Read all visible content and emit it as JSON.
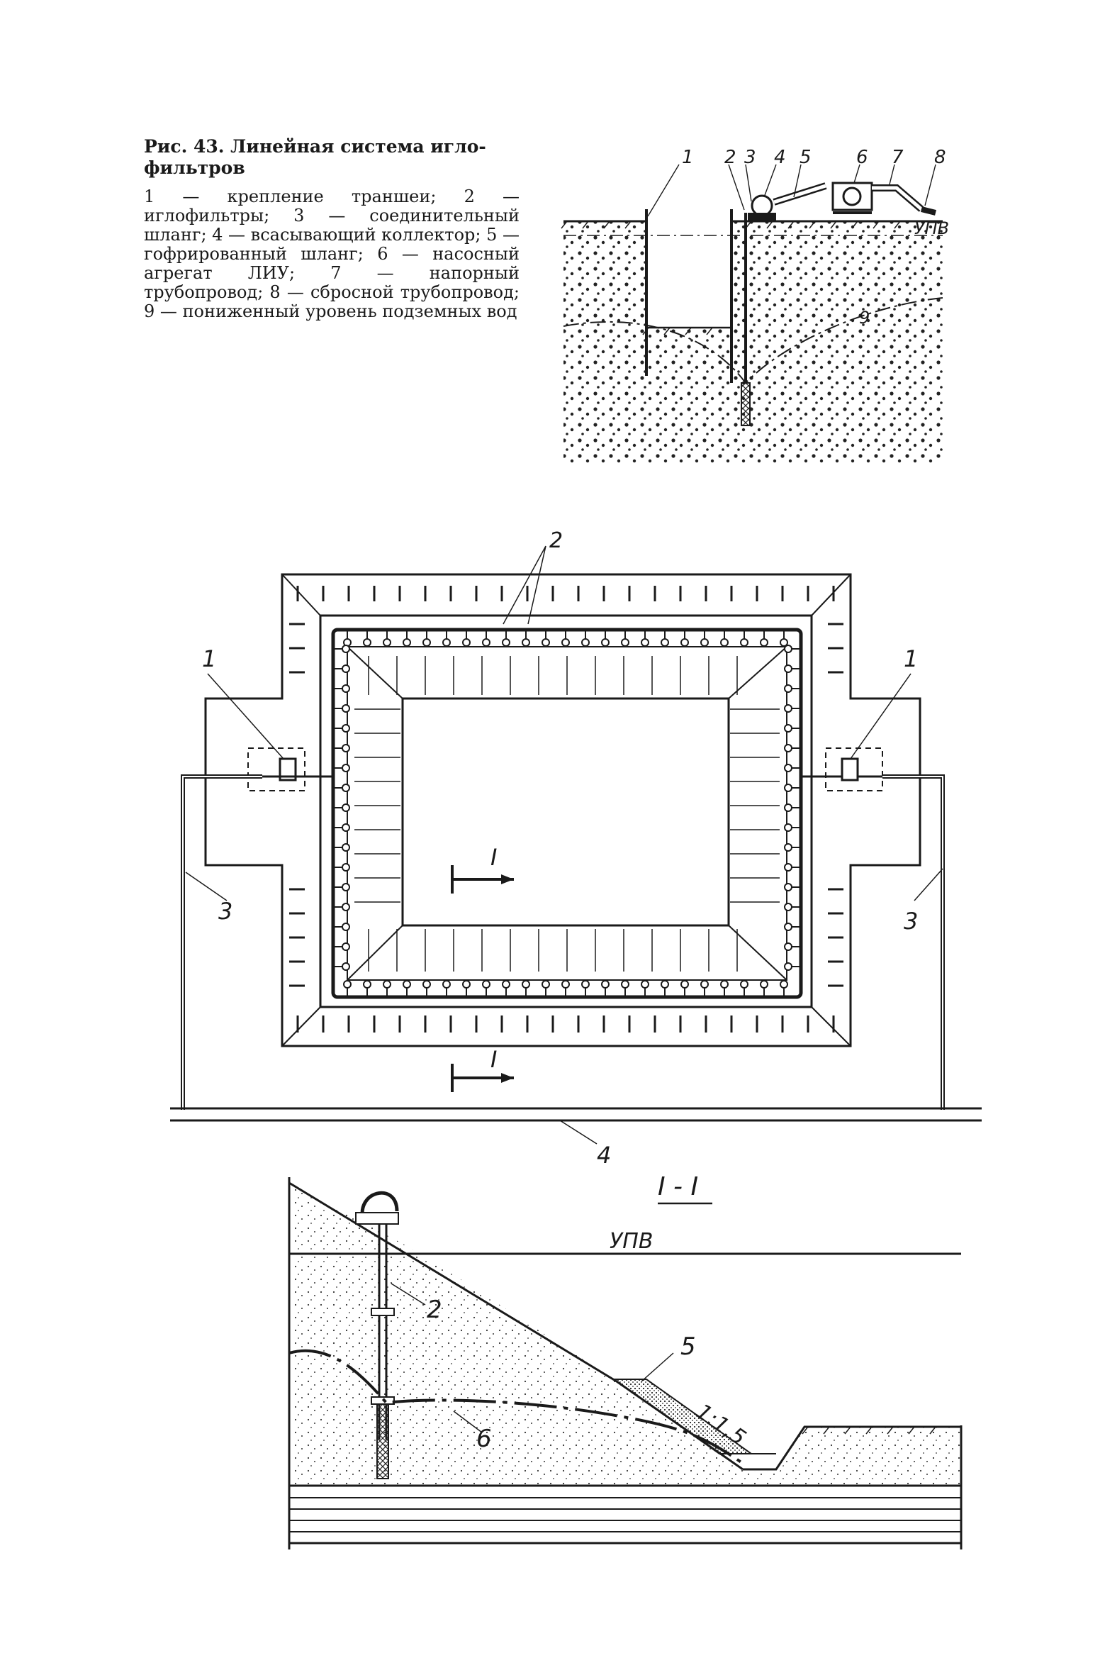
{
  "caption": {
    "title": "Рис. 43. Линейная система игло-фильтров",
    "body": "1 — крепление траншеи; 2 — иглофильтры; 3 — соединительный шланг; 4 — всасывающий коллектор; 5 — гофрированный шланг; 6 — насосный агрегат ЛИУ; 7 — напорный трубопровод; 8 — сбросной трубопровод; 9 — пониженный уровень подземных вод"
  },
  "fig_top": {
    "numbers": [
      "1",
      "2",
      "3",
      "4",
      "5",
      "6",
      "7",
      "8"
    ],
    "level_label": "УПВ",
    "curve_label": "9"
  },
  "fig_plan": {
    "label_needle": "2",
    "label_pump_left": "1",
    "label_pump_right": "1",
    "label_hose_left": "3",
    "label_hose_right": "3",
    "label_collector": "4",
    "section_top": "I",
    "section_bottom": "I"
  },
  "fig_section": {
    "title": "I - I",
    "level_label": "УПВ",
    "label_needle": "2",
    "label_hose": "5",
    "label_slope": "1:1,5",
    "label_curve": "6"
  }
}
